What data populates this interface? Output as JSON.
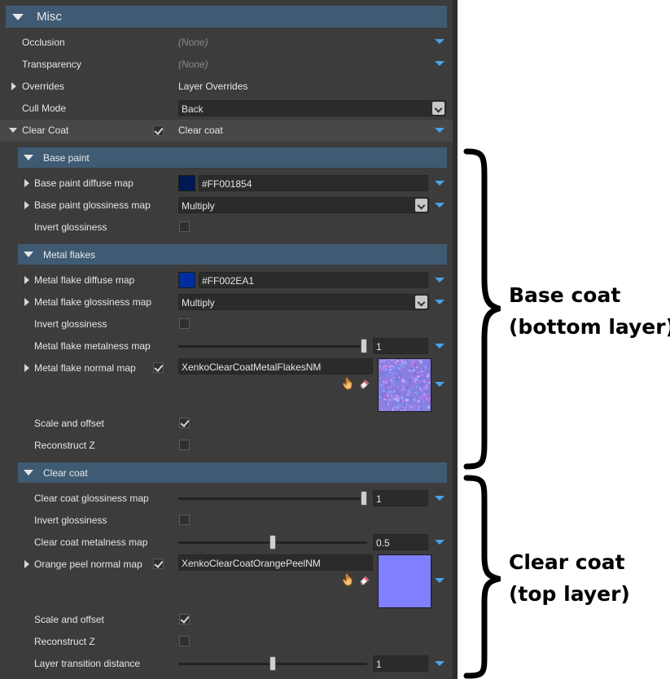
{
  "misc": {
    "header": "Misc",
    "occlusion": {
      "label": "Occlusion",
      "value": "(None)"
    },
    "transparency": {
      "label": "Transparency",
      "value": "(None)"
    },
    "overrides": {
      "label": "Overrides",
      "value": "Layer Overrides"
    },
    "cull_mode": {
      "label": "Cull Mode",
      "value": "Back"
    },
    "clear_coat": {
      "label": "Clear Coat",
      "value": "Clear coat",
      "checked": true
    }
  },
  "base_paint": {
    "header": "Base paint",
    "diffuse_map": {
      "label": "Base paint diffuse map",
      "color_text": "#FF001854",
      "color": "#001854"
    },
    "glossiness_map": {
      "label": "Base paint glossiness map",
      "value": "Multiply"
    },
    "invert_glossiness": {
      "label": "Invert glossiness",
      "checked": false
    }
  },
  "metal_flakes": {
    "header": "Metal flakes",
    "diffuse_map": {
      "label": "Metal flake diffuse map",
      "color_text": "#FF002EA1",
      "color": "#002EA1"
    },
    "glossiness_map": {
      "label": "Metal flake glossiness map",
      "value": "Multiply"
    },
    "invert_glossiness": {
      "label": "Invert glossiness",
      "checked": false
    },
    "metalness_map": {
      "label": "Metal flake metalness map",
      "value": "1",
      "level": 1
    },
    "normal_map": {
      "label": "Metal flake normal map",
      "asset": "XenkoClearCoatMetalFlakesNM",
      "checked": true
    },
    "scale_offset": {
      "label": "Scale and offset",
      "checked": true
    },
    "reconstruct_z": {
      "label": "Reconstruct Z",
      "checked": false
    }
  },
  "clear_coat_section": {
    "header": "Clear coat",
    "glossiness_map": {
      "label": "Clear coat glossiness map",
      "value": "1",
      "level": 1
    },
    "invert_glossiness": {
      "label": "Invert glossiness",
      "checked": false
    },
    "metalness_map": {
      "label": "Clear coat metalness map",
      "value": "0.5",
      "level": 0.5
    },
    "orange_peel": {
      "label": "Orange peel normal map",
      "asset": "XenkoClearCoatOrangePeelNM",
      "checked": true
    },
    "scale_offset": {
      "label": "Scale and offset",
      "checked": true
    },
    "reconstruct_z": {
      "label": "Reconstruct Z",
      "checked": false
    },
    "layer_transition": {
      "label": "Layer transition distance",
      "value": "1",
      "level": 0.5
    }
  },
  "annotations": {
    "base_coat_line1": "Base coat",
    "base_coat_line2": "(bottom layer)",
    "clear_coat_line1": "Clear coat",
    "clear_coat_line2": "(top layer)"
  },
  "colors": {
    "panel_bg": "#3c3c3c",
    "section_header": "#3f5b73",
    "accent_arrow": "#4aa3e8",
    "orange_peel_preview": "#8080ff"
  },
  "icons": {
    "expand": "triangle-down-icon",
    "collapse": "triangle-right-icon",
    "dropdown": "blue-dropdown-arrow-icon",
    "pick": "hand-pointer-icon",
    "clear": "eraser-icon"
  }
}
